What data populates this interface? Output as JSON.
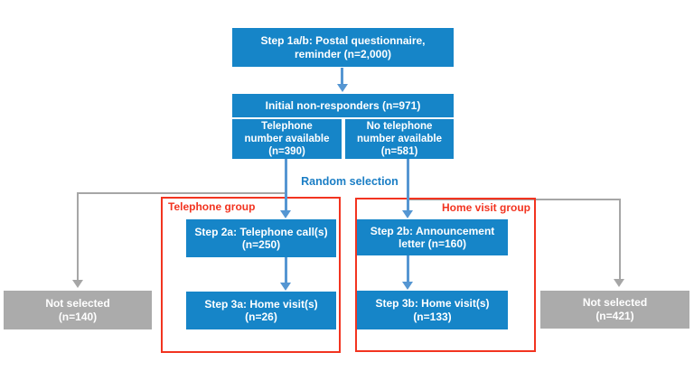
{
  "diagram": {
    "type": "flowchart",
    "colors": {
      "process_box_blue": "#1685c8",
      "connector_blue": "#5596d2",
      "group_border_red": "#f23420",
      "not_selected_gray": "#ababab",
      "connector_gray": "#a6a6a6",
      "box_text": "#ffffff",
      "random_selection_text": "#1b7ec5"
    },
    "nodes": {
      "step1": {
        "text": "Step 1a/b: Postal questionnaire,\nreminder (n=2,000)"
      },
      "initial_non_responders": {
        "text": "Initial non-responders (n=971)"
      },
      "telephone_available": {
        "text": "Telephone\nnumber available\n(n=390)"
      },
      "no_telephone_available": {
        "text": "No telephone\nnumber available\n(n=581)"
      },
      "step2a": {
        "text": "Step 2a: Telephone call(s)\n(n=250)"
      },
      "step3a": {
        "text": "Step 3a: Home visit(s)\n(n=26)"
      },
      "step2b": {
        "text": "Step 2b: Announcement\nletter (n=160)"
      },
      "step3b": {
        "text": "Step 3b: Home visit(s)\n(n=133)"
      },
      "not_selected_left": {
        "text": "Not selected\n(n=140)"
      },
      "not_selected_right": {
        "text": "Not selected\n(n=421)"
      }
    },
    "labels": {
      "random_selection": "Random selection",
      "telephone_group": "Telephone group",
      "home_visit_group": "Home visit group"
    },
    "edges": [
      "step1 -> initial_non_responders",
      "telephone_available -> step2a (random selection)",
      "no_telephone_available -> step2b (random selection)",
      "telephone_available -> not_selected_left",
      "no_telephone_available -> not_selected_right",
      "step2a -> step3a",
      "step2b -> step3b"
    ]
  }
}
